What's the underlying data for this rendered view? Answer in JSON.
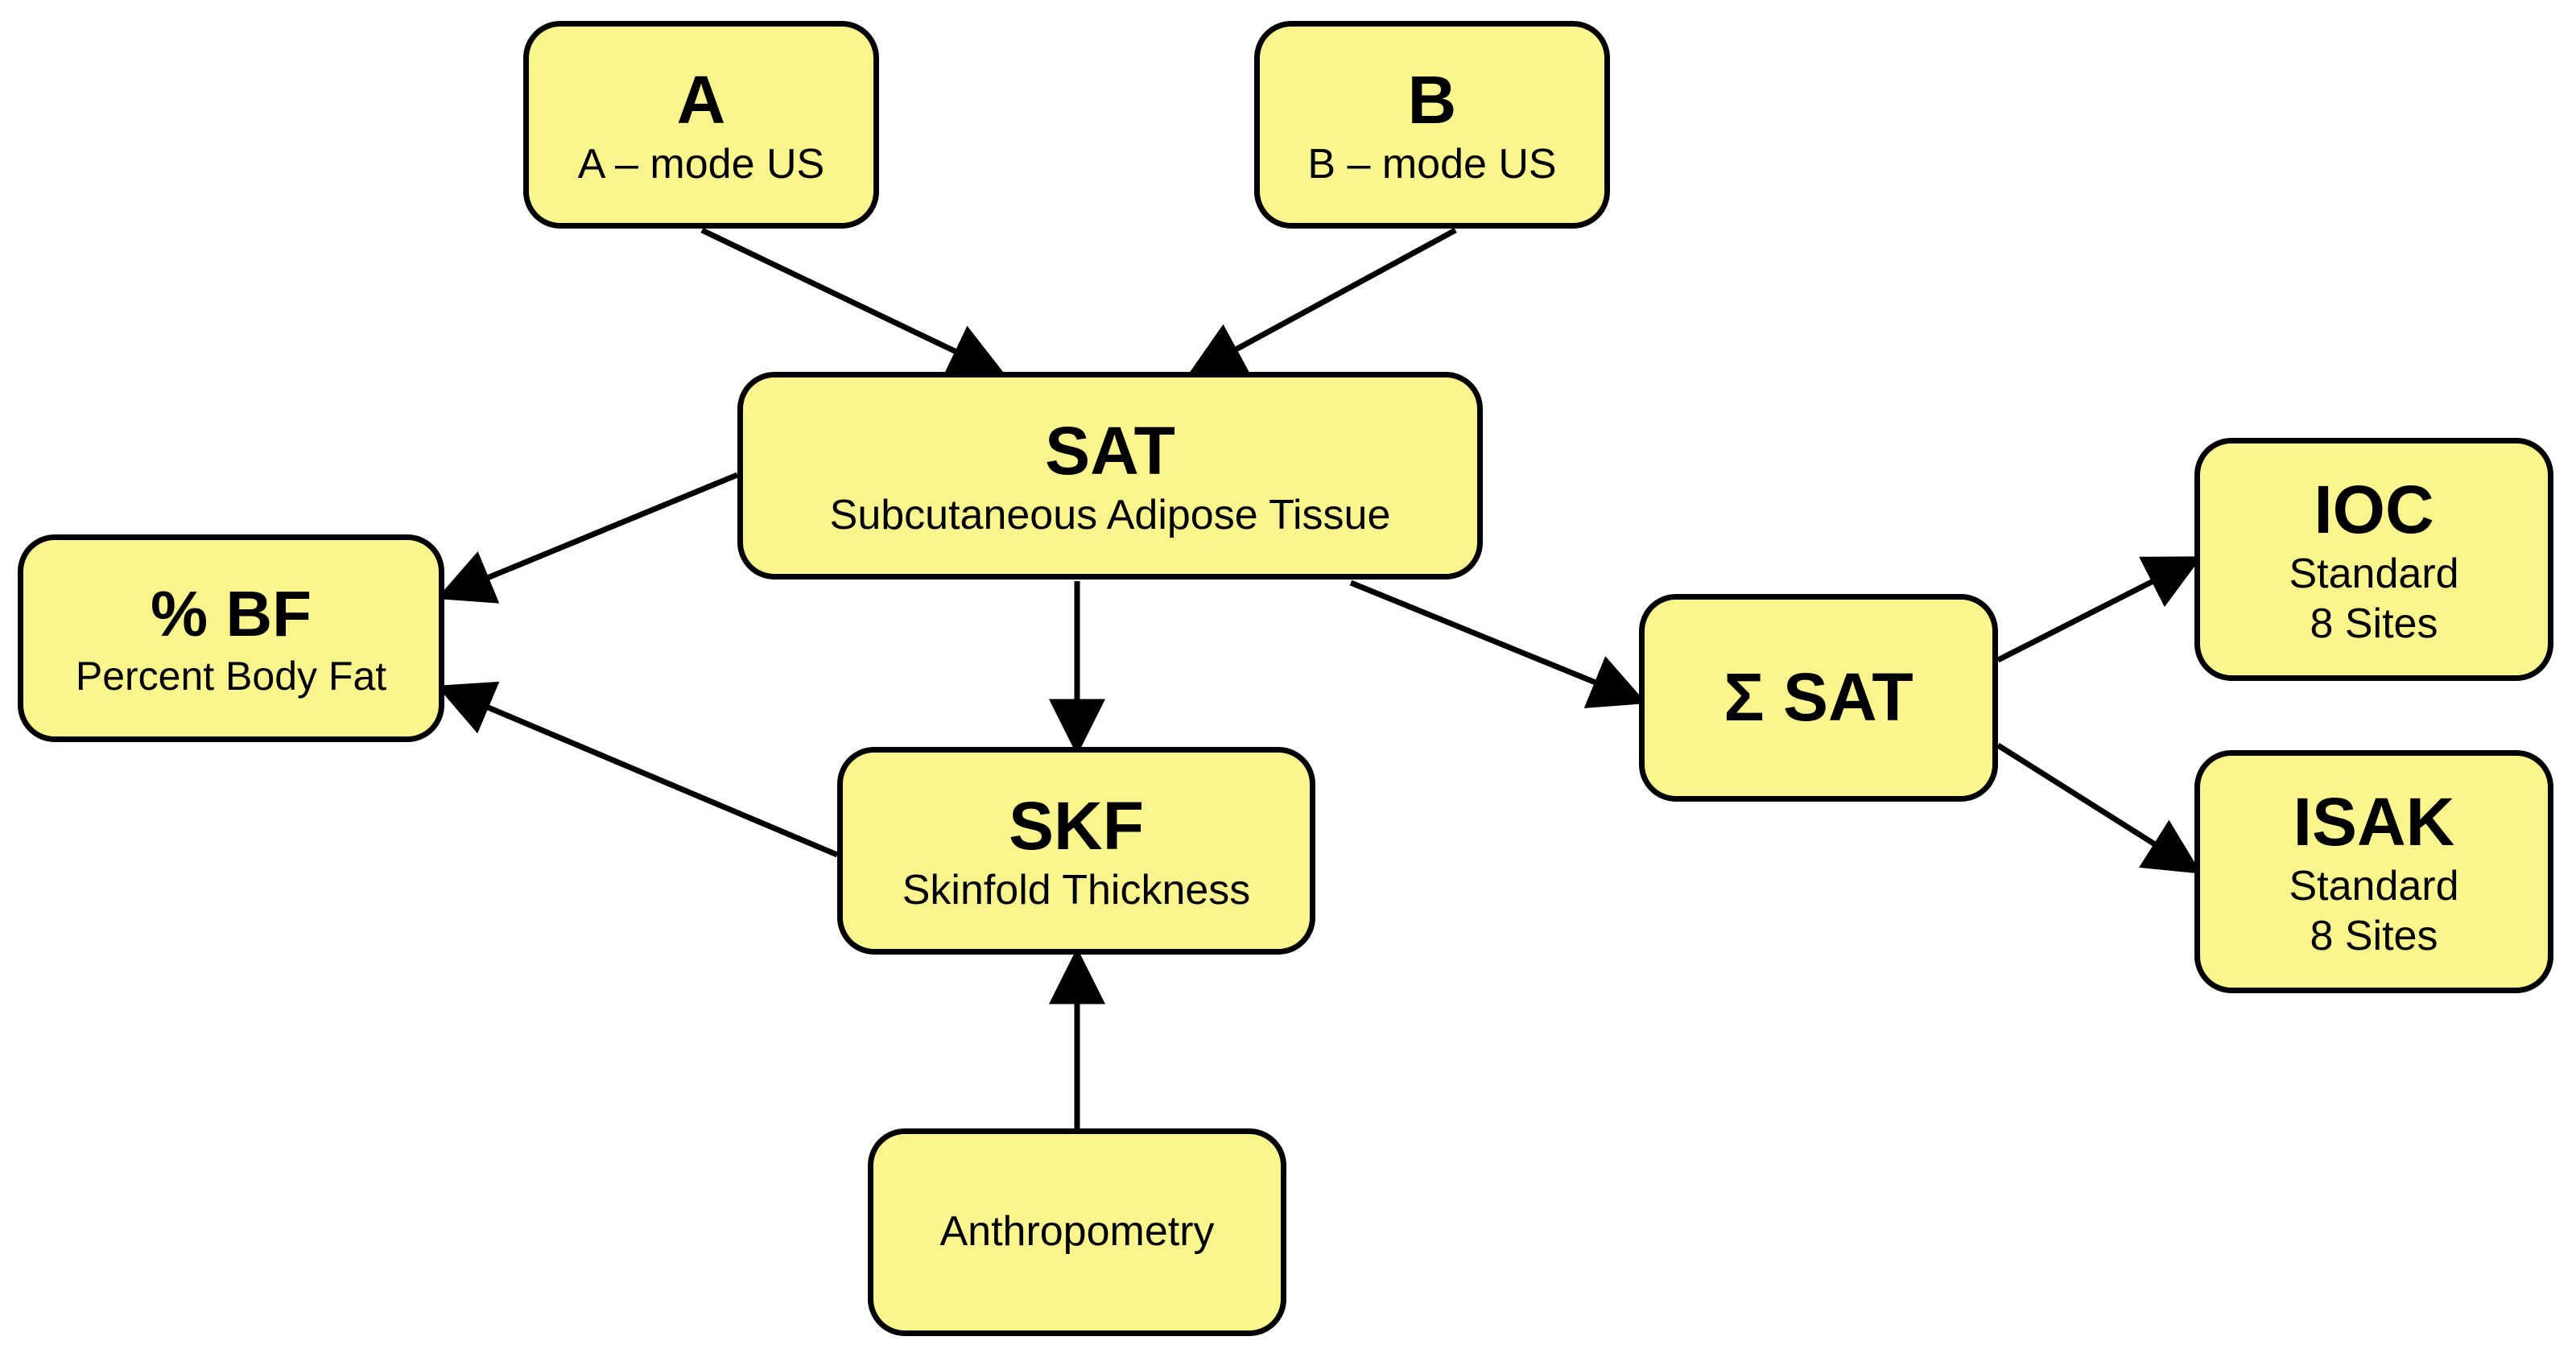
{
  "nodes": {
    "a": {
      "title": "A",
      "subtitle": "A – mode US"
    },
    "b": {
      "title": "B",
      "subtitle": "B – mode US"
    },
    "sat": {
      "title": "SAT",
      "subtitle": "Subcutaneous Adipose Tissue"
    },
    "bf": {
      "title": "% BF",
      "subtitle": "Percent Body Fat"
    },
    "skf": {
      "title": "SKF",
      "subtitle": "Skinfold Thickness"
    },
    "anthropometry": {
      "subtitle": "Anthropometry"
    },
    "sum_sat": {
      "title": "Σ SAT"
    },
    "ioc": {
      "title": "IOC",
      "line1": "Standard",
      "line2": "8 Sites"
    },
    "isak": {
      "title": "ISAK",
      "line1": "Standard",
      "line2": "8 Sites"
    }
  },
  "colors": {
    "box_fill": "#fbf58d",
    "box_stroke": "#000000",
    "arrow": "#000000"
  }
}
